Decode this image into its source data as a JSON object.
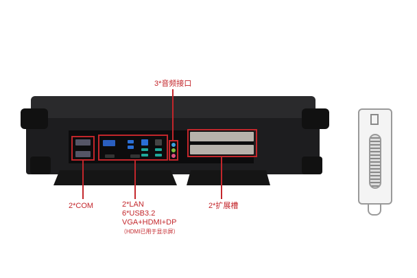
{
  "labels": {
    "audio": "3*音频接口",
    "com": "2*COM",
    "io_lines": [
      "2*LAN",
      "6*USB3.2",
      "VGA+HDMI+DP",
      "（HDMI已用于显示屏）"
    ],
    "expansion": "2*扩展槽"
  },
  "colors": {
    "annotation": "#c3262b",
    "body": "#1d1d1f",
    "usb": "#2a6fd6",
    "usb_teal": "#1fa89a"
  }
}
